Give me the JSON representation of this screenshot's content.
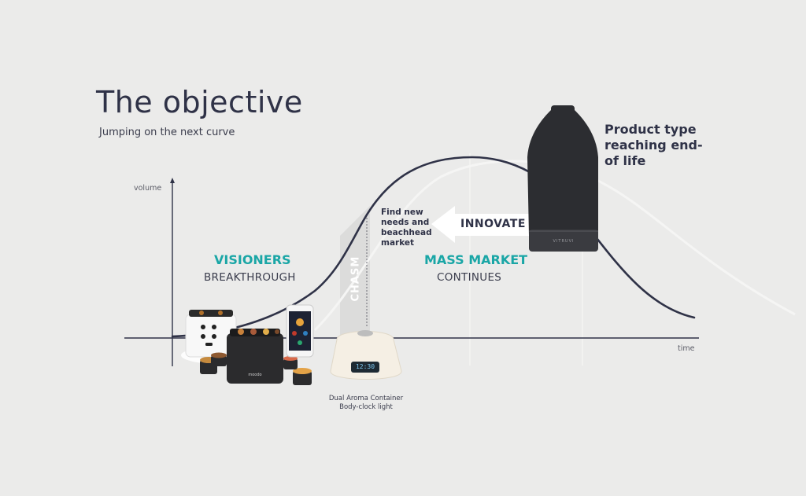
{
  "slide": {
    "title": "The objective",
    "subtitle": "Jumping on the next curve"
  },
  "axes": {
    "y_label": "volume",
    "x_label": "time"
  },
  "segments": {
    "left_heading": "VISIONERS",
    "left_sub": "BREAKTHROUGH",
    "right_heading": "MASS MARKET",
    "right_sub": "CONTINUES",
    "chasm": "CHASM"
  },
  "callouts": {
    "find_new": "Find new needs and beachhead market",
    "innovate": "INNOVATE",
    "product_type": "Product type reaching end-of life"
  },
  "products": {
    "caption_line1": "Dual Aroma Container",
    "caption_line2": "Body-clock light",
    "clock_display": "12:30",
    "box_brand": "moodo",
    "diffuser_brand": "VITRUVI"
  },
  "colors": {
    "background": "#ebebea",
    "curve": "#2f3247",
    "accent": "#1aa6a6"
  }
}
